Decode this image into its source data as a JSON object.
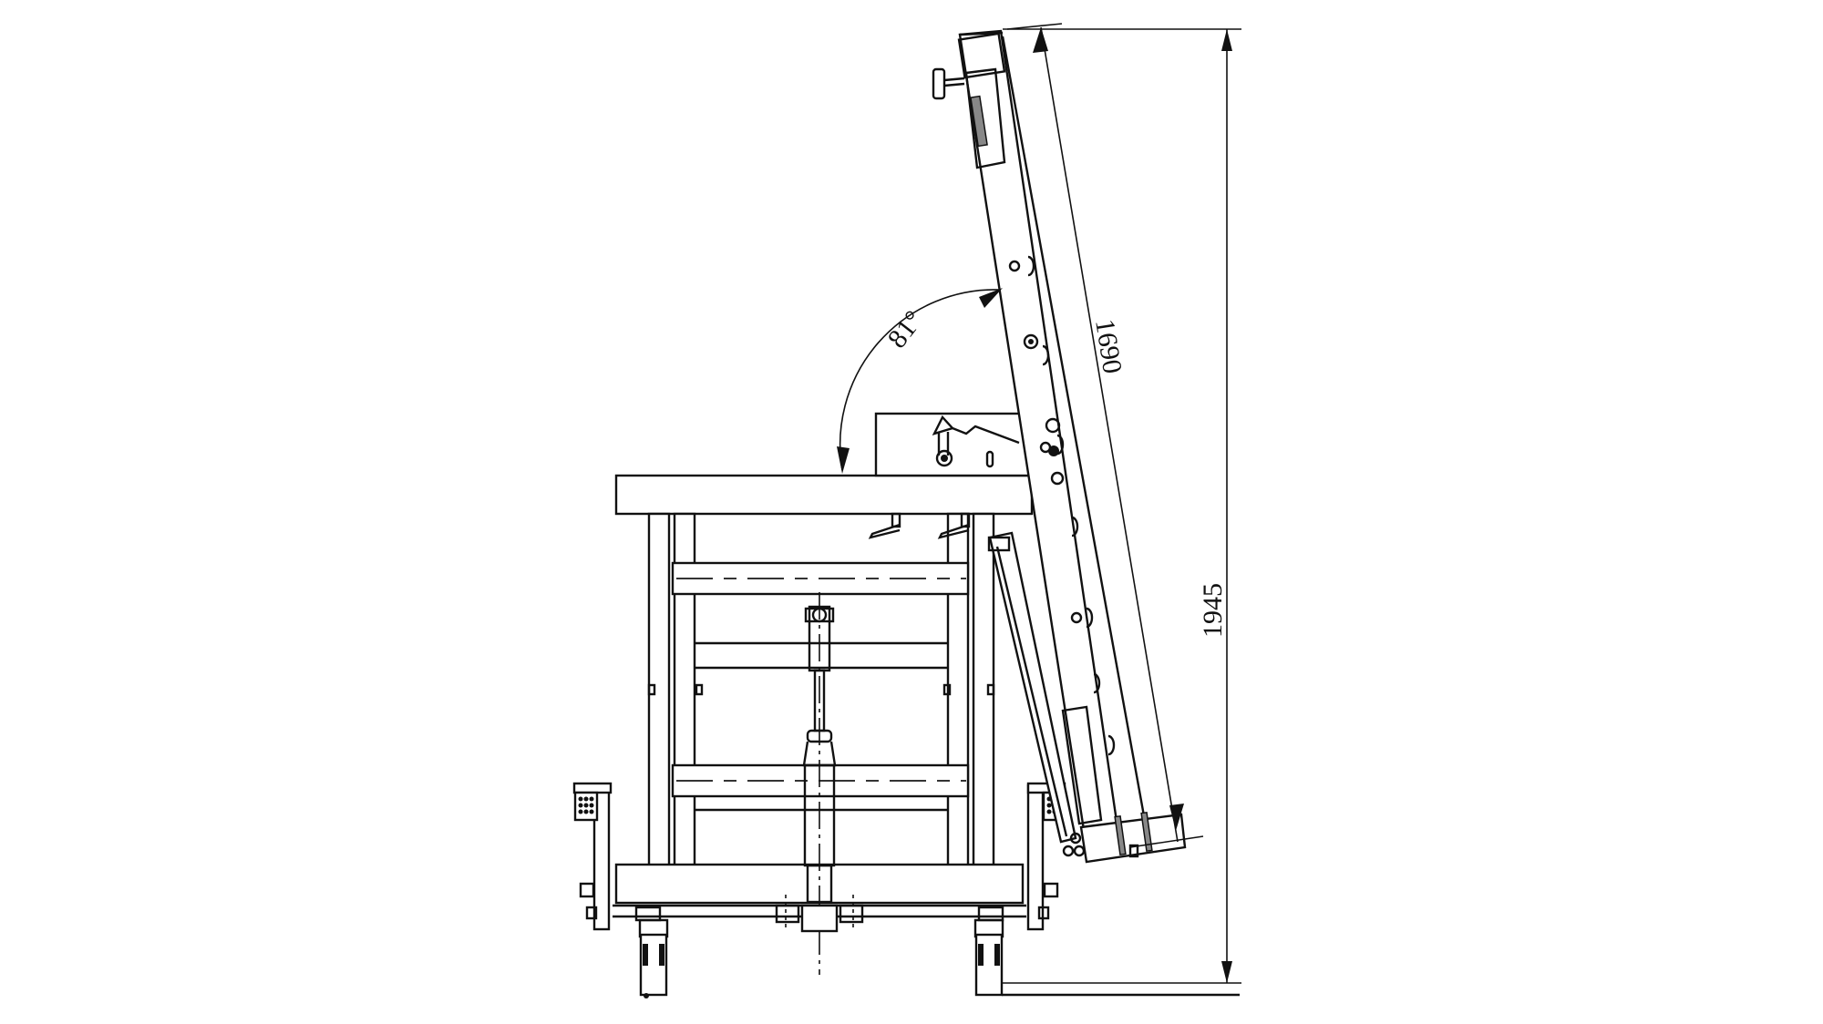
{
  "drawing": {
    "title": "Mobile workbench with tilting ladder panel – side elevation",
    "view": "side elevation",
    "background": "#ffffff",
    "line_color": "#111111"
  },
  "dimensions": {
    "angle": {
      "label": "81°",
      "value_deg": 81
    },
    "ladder_length": {
      "label": "1690",
      "value_mm": 1690
    },
    "overall_height": {
      "label": "1945",
      "value_mm": 1945
    }
  },
  "components": [
    {
      "id": "worktop",
      "name": "Worktop"
    },
    {
      "id": "frame",
      "name": "Base frame with cross members"
    },
    {
      "id": "lift-cylinder",
      "name": "Central lift cylinder"
    },
    {
      "id": "ladder-panel",
      "name": "Tilting ladder panel"
    },
    {
      "id": "support-strut",
      "name": "Support strut"
    },
    {
      "id": "latch-box",
      "name": "Latch box with lever"
    },
    {
      "id": "clamp-levers",
      "name": "Clamping levers"
    },
    {
      "id": "casters",
      "name": "Caster wheels"
    },
    {
      "id": "foot-pedals",
      "name": "Foot brake pedals"
    }
  ]
}
